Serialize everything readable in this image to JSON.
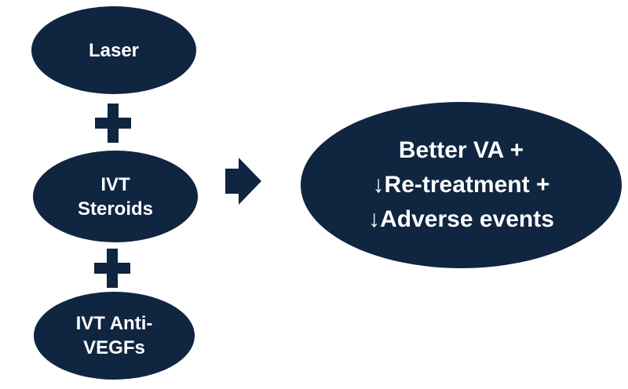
{
  "colors": {
    "node_fill": "#0f2540",
    "node_text": "#ffffff",
    "background": "#ffffff"
  },
  "diagram": {
    "inputs": [
      {
        "id": "laser",
        "lines": [
          "Laser"
        ]
      },
      {
        "id": "ivt-steroids",
        "lines": [
          "IVT",
          "Steroids"
        ]
      },
      {
        "id": "ivt-anti-vegfs",
        "lines": [
          "IVT Anti-",
          "VEGFs"
        ]
      }
    ],
    "connector_icons": [
      "plus-icon",
      "plus-icon"
    ],
    "flow_icon": "arrow-right-icon",
    "outcome": {
      "id": "outcome",
      "lines": [
        "Better VA +",
        "↓Re-treatment +",
        "↓Adverse events"
      ]
    }
  }
}
